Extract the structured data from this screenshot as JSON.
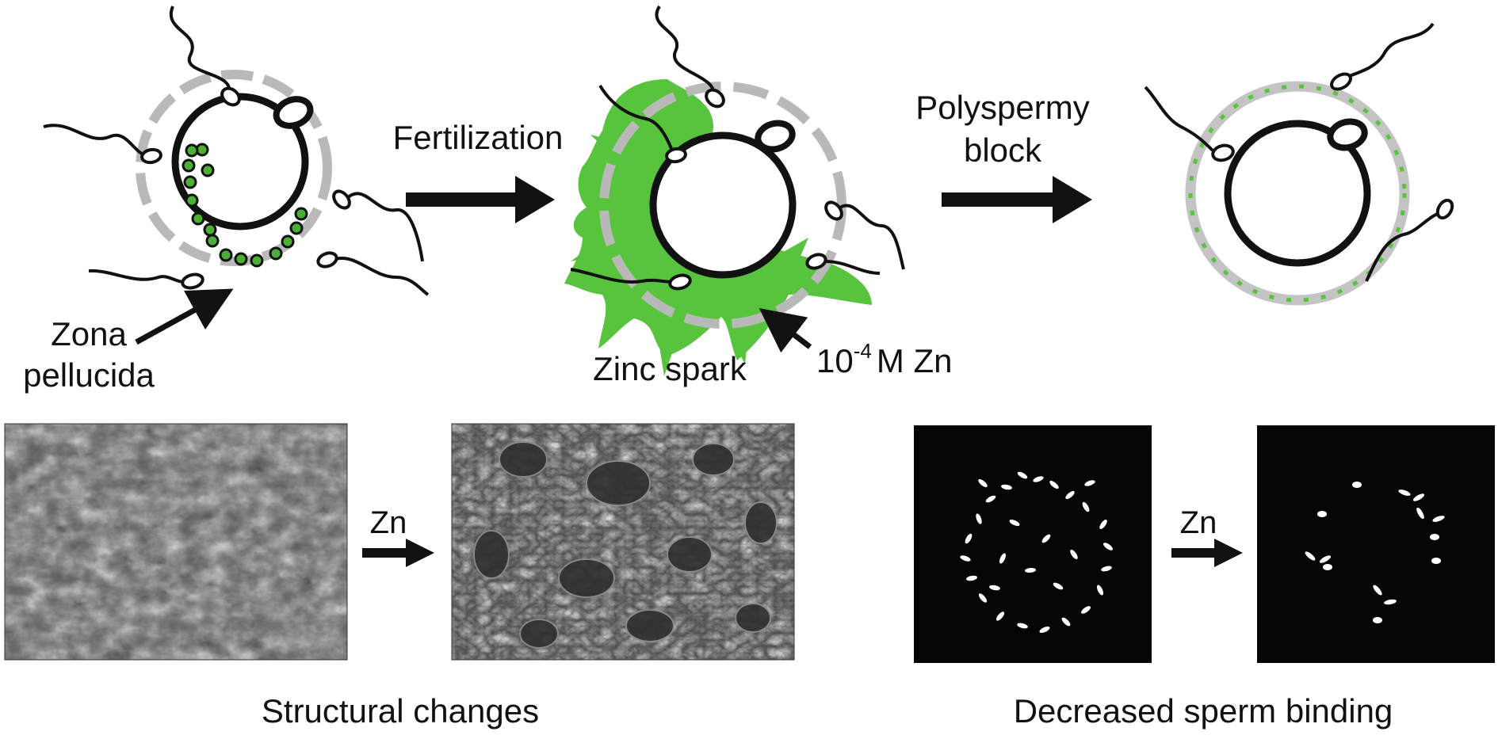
{
  "labels": {
    "fertilization": "Fertilization",
    "polyspermy_line1": "Polyspermy",
    "polyspermy_line2": "block",
    "zona_line1": "Zona",
    "zona_line2": "pellucida",
    "zinc_spark": "Zinc spark",
    "conc_base": "10",
    "conc_exp": "-4",
    "conc_unit": "M Zn",
    "zn_left": "Zn",
    "zn_right": "Zn",
    "structural_changes": "Structural changes",
    "decreased_binding": "Decreased sperm binding"
  },
  "colors": {
    "stroke": "#111111",
    "zona_gray": "#b9b9b9",
    "zinc_green": "#58c33c",
    "granule_green": "#4caf35",
    "panel_black": "#050505",
    "sperm_head_white": "#ffffff"
  },
  "panels": {
    "micrograph_before": "sem-micrograph",
    "micrograph_after": "sem-micrograph",
    "binding_before": "fluorescence-image",
    "binding_after": "fluorescence-image"
  }
}
